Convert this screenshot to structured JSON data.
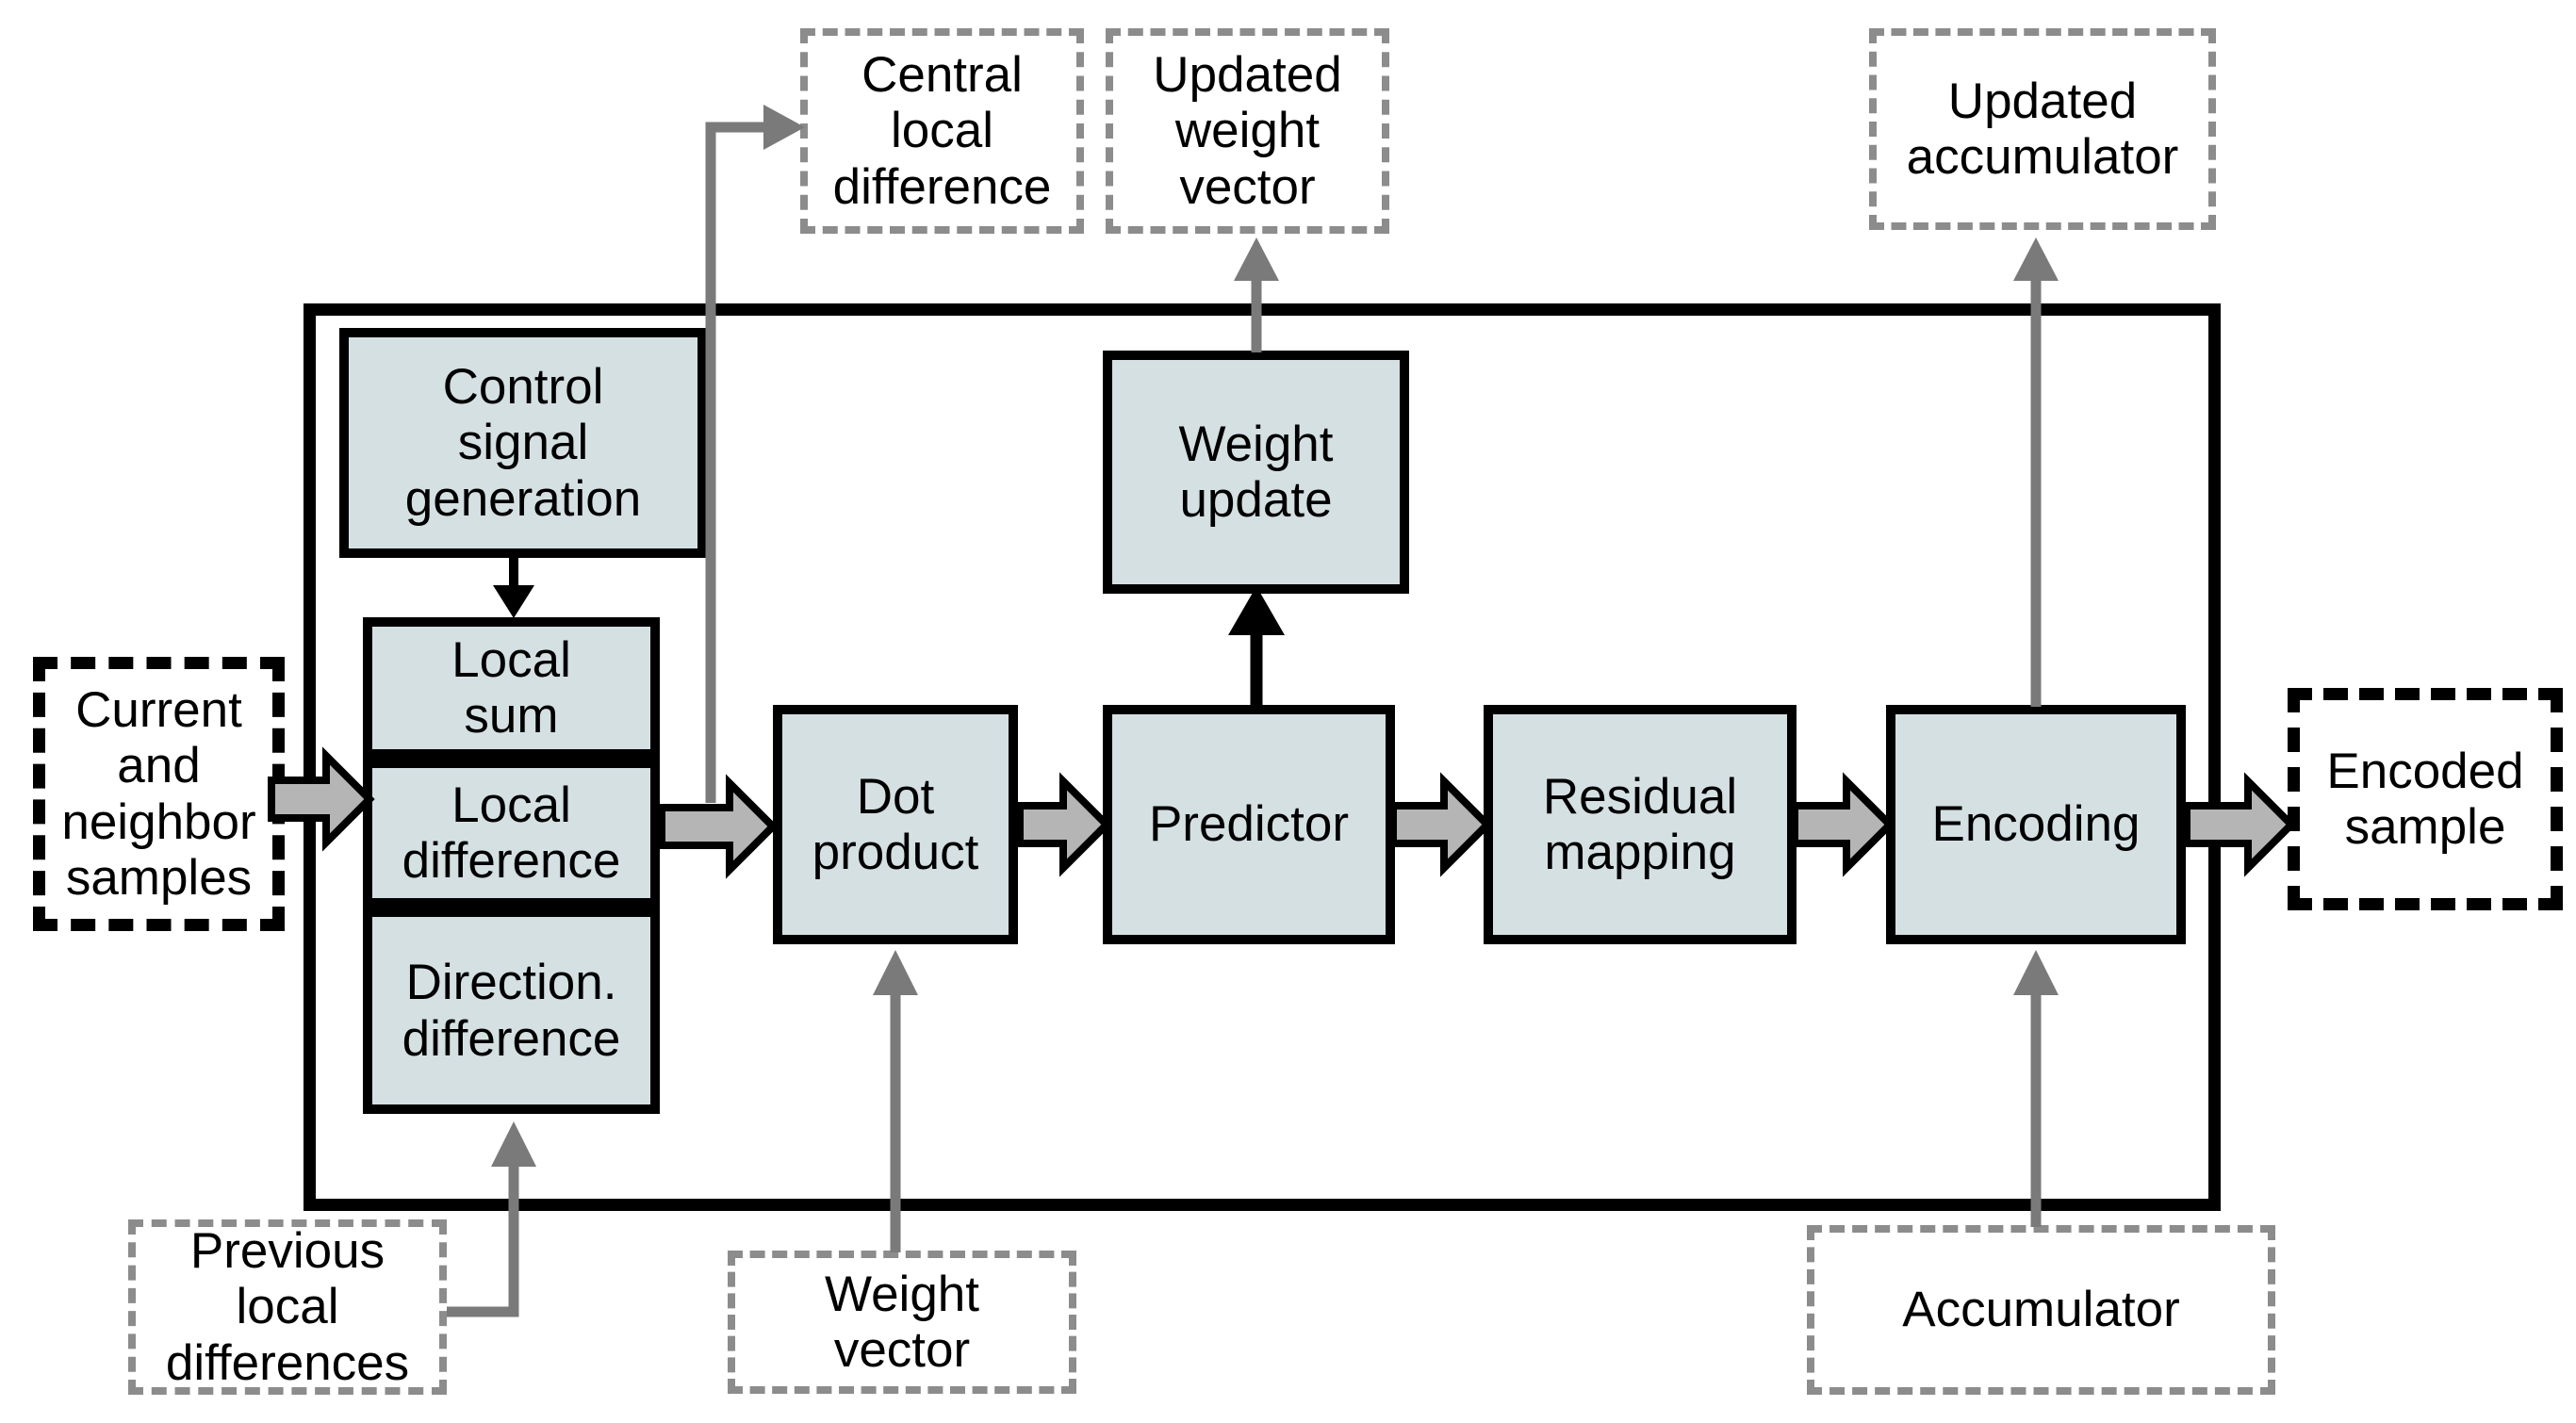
{
  "diagram": {
    "type": "block-diagram",
    "background": "#ffffff",
    "labels": {
      "control_signal_generation": "Control\nsignal\ngeneration",
      "local_sum": "Local\nsum",
      "local_difference": "Local\ndifference",
      "directional_difference": "Direction.\ndifference",
      "dot_product": "Dot\nproduct",
      "predictor": "Predictor",
      "weight_update": "Weight\nupdate",
      "residual_mapping": "Residual\nmapping",
      "encoding": "Encoding",
      "current_neighbor_samples": "Current\nand\nneighbor\nsamples",
      "central_local_difference": "Central\nlocal\ndifference",
      "updated_weight_vector": "Updated\nweight\nvector",
      "updated_accumulator": "Updated\naccumulator",
      "encoded_sample": "Encoded\nsample",
      "previous_local_differences": "Previous\nlocal\ndifferences",
      "weight_vector": "Weight\nvector",
      "accumulator": "Accumulator"
    },
    "colors": {
      "block_fill": "#d5e0e3",
      "block_border": "#000000",
      "block_arrow_fill": "#b5b5b5",
      "block_arrow_outline": "#000000",
      "thin_connector_gray": "#7a7a7a",
      "thin_connector_black": "#000000",
      "dashed_gray_border": "#8c8c8c",
      "dashed_black_border": "#000000",
      "frame_border": "#000000",
      "background": "#ffffff"
    },
    "connections": [
      {
        "from": "Current and neighbor samples",
        "to": "Local sum / Local difference",
        "style": "block-arrow"
      },
      {
        "from": "Local difference",
        "to": "Dot product",
        "style": "block-arrow"
      },
      {
        "from": "Dot product",
        "to": "Predictor",
        "style": "block-arrow"
      },
      {
        "from": "Predictor",
        "to": "Residual mapping",
        "style": "block-arrow"
      },
      {
        "from": "Residual mapping",
        "to": "Encoding",
        "style": "block-arrow"
      },
      {
        "from": "Encoding",
        "to": "Encoded sample",
        "style": "block-arrow"
      },
      {
        "from": "Control signal generation",
        "to": "Local sum",
        "style": "thin-black-arrow"
      },
      {
        "from": "Predictor",
        "to": "Weight update",
        "style": "thin-black-arrow"
      },
      {
        "from": "Local difference",
        "to": "Central local difference",
        "style": "thin-gray-arrow"
      },
      {
        "from": "Weight update",
        "to": "Updated weight vector",
        "style": "thin-gray-arrow"
      },
      {
        "from": "Encoding",
        "to": "Updated accumulator",
        "style": "thin-gray-arrow"
      },
      {
        "from": "Weight vector",
        "to": "Dot product",
        "style": "thin-gray-arrow"
      },
      {
        "from": "Accumulator",
        "to": "Encoding",
        "style": "thin-gray-arrow"
      },
      {
        "from": "Previous local differences",
        "to": "Direction. difference",
        "style": "thin-gray-arrow"
      }
    ]
  }
}
